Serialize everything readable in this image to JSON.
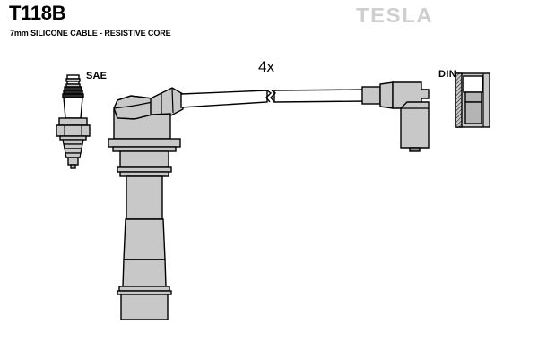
{
  "header": {
    "part_number": "T118B",
    "description": "7mm SILICONE CABLE -  RESISTIVE CORE",
    "brand": "TESLA"
  },
  "diagram": {
    "quantity_label": "4x",
    "sae_label": "SAE",
    "din_label": "DIN",
    "colors": {
      "outline": "#000000",
      "body_fill": "#c8c8c8",
      "shadow_fill": "#b4b4b4",
      "highlight_fill": "#ffffff",
      "logo_gray": "#cfcfcf",
      "background": "#ffffff"
    },
    "components": [
      {
        "name": "spark-plug-reference",
        "label": "SAE"
      },
      {
        "name": "spark-plug-boot-90deg",
        "label": ""
      },
      {
        "name": "ignition-cable",
        "label": ""
      },
      {
        "name": "cable-break-symbol",
        "label": ""
      },
      {
        "name": "distributor-boot-90deg",
        "label": ""
      },
      {
        "name": "din-terminal-reference",
        "label": "DIN"
      }
    ]
  }
}
